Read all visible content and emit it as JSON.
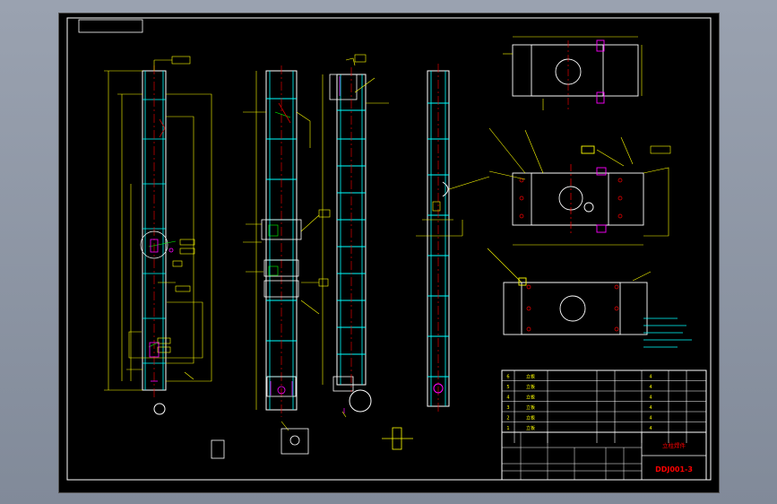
{
  "drawing": {
    "part_title": "立柱焊件",
    "drawing_number": "DDJ001-3"
  },
  "parts_table": {
    "rows": [
      {
        "no": "6",
        "name": "立板",
        "qty": "4"
      },
      {
        "no": "5",
        "name": "立板",
        "qty": "4"
      },
      {
        "no": "4",
        "name": "立板",
        "qty": "4"
      },
      {
        "no": "3",
        "name": "立板",
        "qty": "4"
      },
      {
        "no": "2",
        "name": "立板",
        "qty": "4"
      },
      {
        "no": "1",
        "name": "立板",
        "qty": "4"
      }
    ]
  },
  "colors": {
    "background": "#000000",
    "outline": "#ffffff",
    "structure": "#00ffff",
    "dimension": "#ffff00",
    "centerline": "#ff0000",
    "leader": "#00ff00",
    "highlight": "#ff00ff"
  }
}
